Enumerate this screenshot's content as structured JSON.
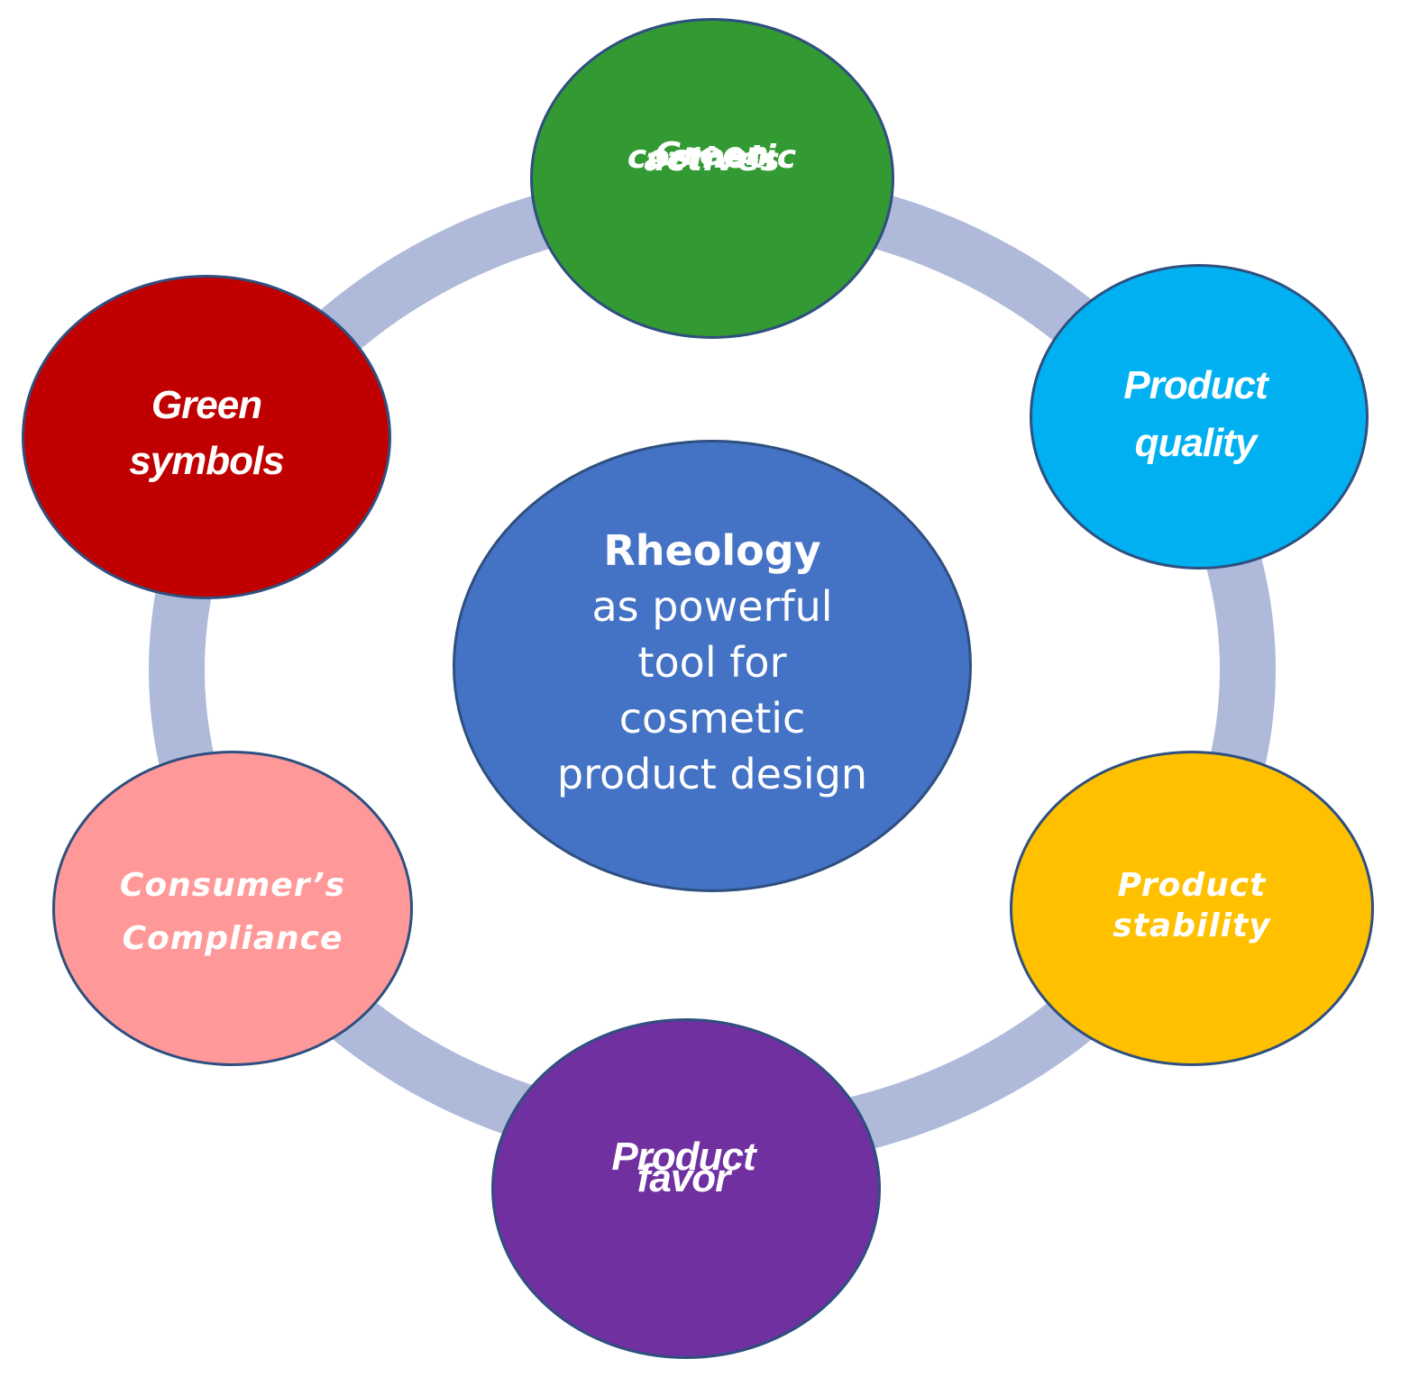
{
  "diagram": {
    "center": {
      "heading": "Rheology",
      "lines": [
        "as powerful",
        "tool for",
        "cosmetic",
        "product design"
      ],
      "color": "#4472c4"
    },
    "ring_color": "#afbadb",
    "nodes": [
      {
        "id": "green-actives",
        "lines": [
          "Green",
          "cosmetic",
          "actives"
        ],
        "color": "#339933"
      },
      {
        "id": "quality",
        "lines": [
          "Product",
          "quality"
        ],
        "color": "#00b0f0"
      },
      {
        "id": "stability",
        "lines": [
          "Product",
          "stability"
        ],
        "color": "#ffc000"
      },
      {
        "id": "favor",
        "lines": [
          "Product",
          "favor"
        ],
        "color": "#7030a0"
      },
      {
        "id": "compliance",
        "lines": [
          "Consumer’s",
          "Compliance"
        ],
        "color": "#ff9999"
      },
      {
        "id": "symbols",
        "lines": [
          "Green",
          "symbols"
        ],
        "color": "#c00000"
      }
    ]
  }
}
